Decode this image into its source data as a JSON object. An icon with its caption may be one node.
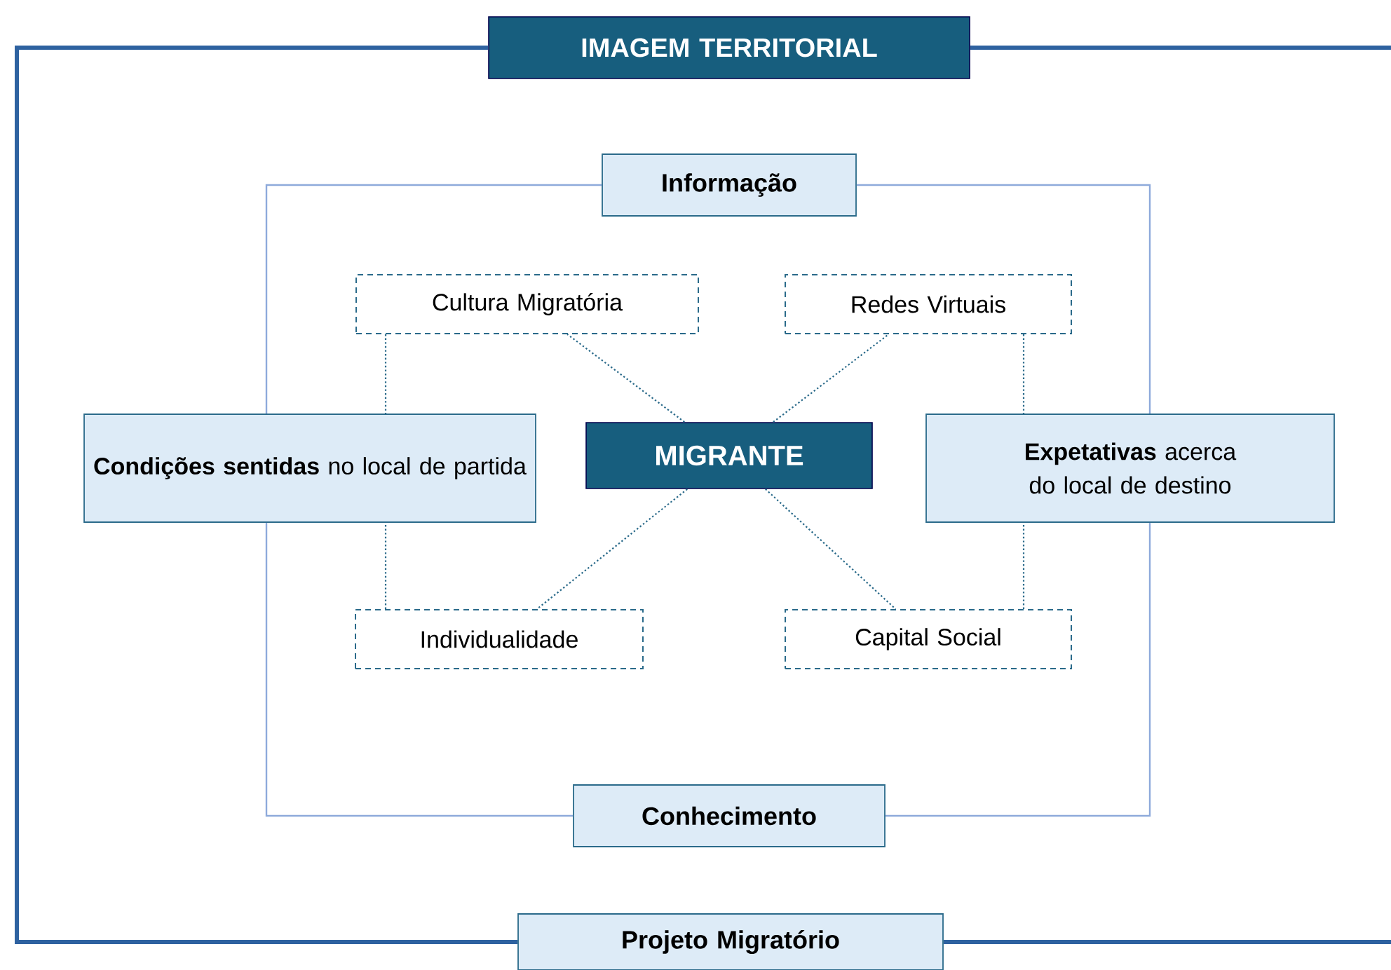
{
  "diagram": {
    "nodes": [
      {
        "text": [
          "IMAGEM TERRITORIAL"
        ]
      },
      {
        "text": [
          "Informação"
        ]
      },
      {
        "text": [
          "Cultura Migratória"
        ]
      },
      {
        "text": [
          "Redes Virtuais"
        ]
      },
      {
        "text": [
          "**Condições sentidas** no local de partida"
        ]
      },
      {
        "text": [
          "MIGRANTE"
        ]
      },
      {
        "text": [
          "**Expetativas** acerca do local de destino"
        ]
      },
      {
        "text": [
          "Individualidade"
        ]
      },
      {
        "text": [
          "Capital Social"
        ]
      },
      {
        "text": [
          "Conhecimento"
        ]
      },
      {
        "text": [
          "Projeto Migratório"
        ]
      }
    ],
    "edges": [
      {
        "from": 5,
        "to": 2,
        "arrow": "none",
        "style": "dashed"
      },
      {
        "from": 5,
        "to": 3,
        "arrow": "none",
        "style": "dashed"
      },
      {
        "from": 5,
        "to": 7,
        "arrow": "none",
        "style": "dashed"
      },
      {
        "from": 5,
        "to": 8,
        "arrow": "none",
        "style": "dashed"
      },
      {
        "from": 2,
        "to": 4,
        "arrow": "none",
        "style": "dashed"
      },
      {
        "from": 7,
        "to": 4,
        "arrow": "none",
        "style": "dashed"
      },
      {
        "from": 3,
        "to": 6,
        "arrow": "none",
        "style": "dashed"
      },
      {
        "from": 8,
        "to": 6,
        "arrow": "none",
        "style": "dashed"
      },
      {
        "from": 1,
        "to": 4,
        "arrow": "none",
        "color": "#8eaadb"
      },
      {
        "from": 4,
        "to": 9,
        "arrow": "none",
        "color": "#8eaadb"
      },
      {
        "from": 1,
        "to": 6,
        "arrow": "none",
        "color": "#8eaadb"
      },
      {
        "from": 6,
        "to": 9,
        "arrow": "none",
        "color": "#8eaadb"
      },
      {
        "from": 0,
        "to": 10,
        "arrow": "none",
        "style": "thick",
        "color": "#2e62a0"
      }
    ]
  }
}
